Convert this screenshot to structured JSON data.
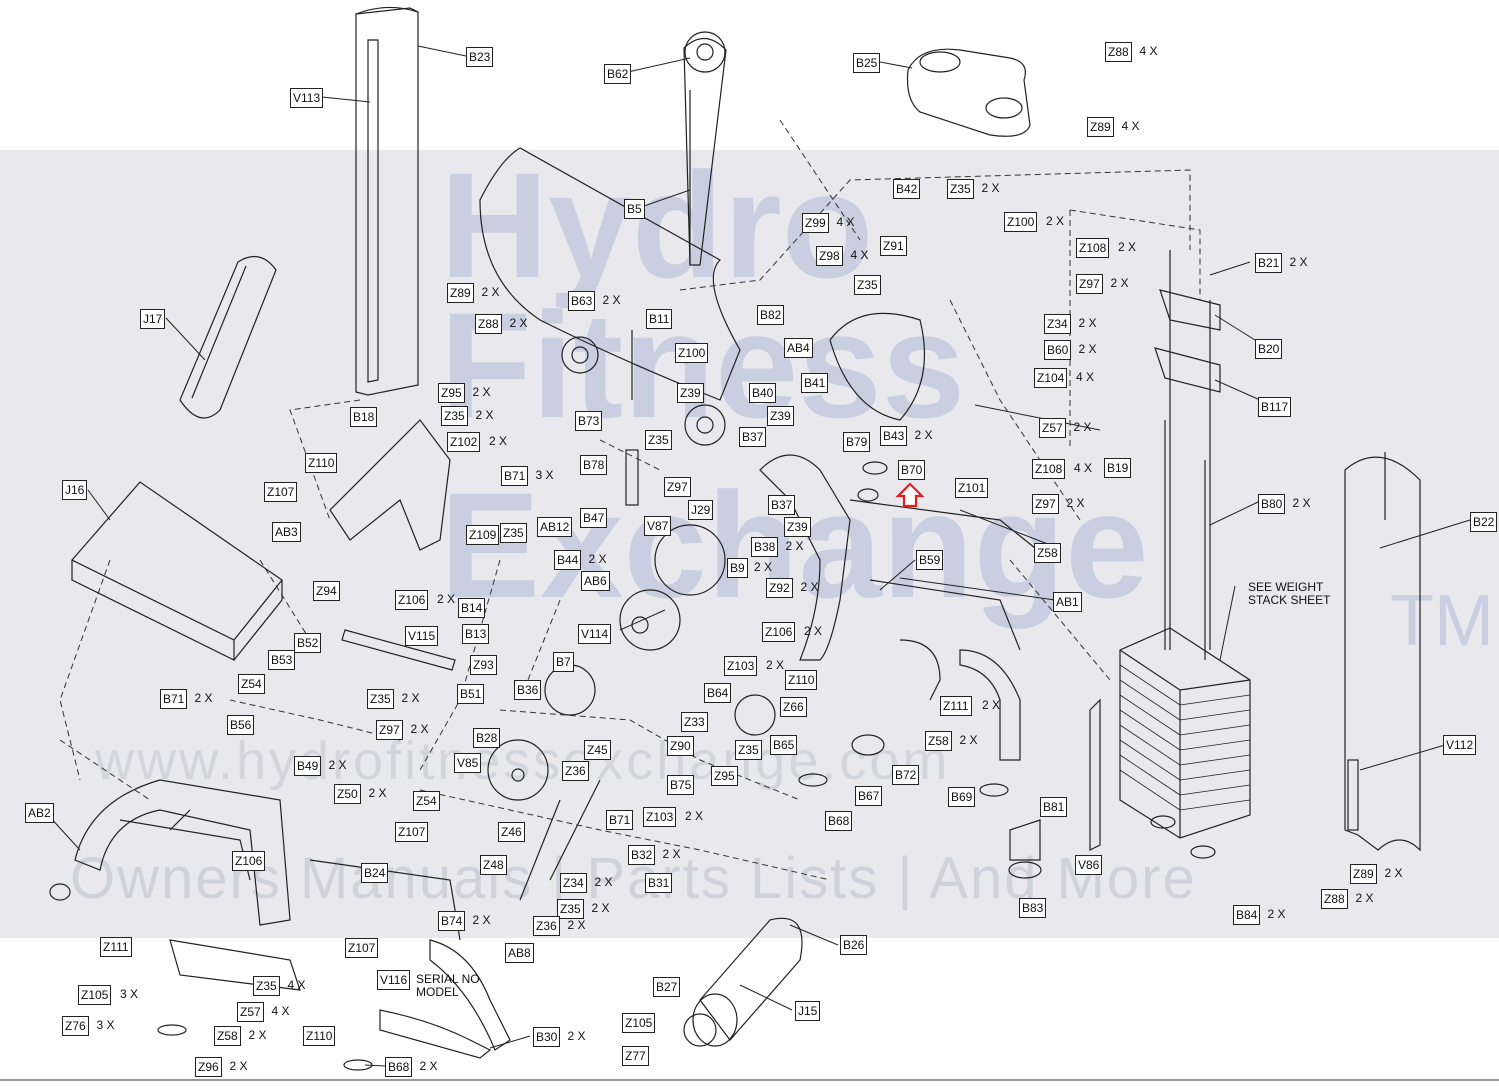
{
  "watermark": {
    "brand_line1": "Hydro",
    "brand_line2": "Fitness",
    "brand_line3": "Exchange",
    "trademark": "TM",
    "url": "www.hydrofitnessexchange.com",
    "tagline": "Owners Manuals | Parts Lists | And More",
    "color": "#c9cee0"
  },
  "notes": {
    "weight_stack": "SEE WEIGHT\nSTACK SHEET",
    "serial": "SERIAL NO\nMODEL"
  },
  "colors": {
    "line": "#222222",
    "highlight_arrow": "#e02020",
    "band": "#e9e9ed"
  },
  "callouts": [
    {
      "id": "B23",
      "label": "B23",
      "qty": ""
    },
    {
      "id": "V113",
      "label": "V113",
      "qty": ""
    },
    {
      "id": "B62",
      "label": "B62",
      "qty": ""
    },
    {
      "id": "B25",
      "label": "B25",
      "qty": ""
    },
    {
      "id": "Z88a",
      "label": "Z88",
      "qty": "4 X"
    },
    {
      "id": "Z89a",
      "label": "Z89",
      "qty": "4 X"
    },
    {
      "id": "B5",
      "label": "B5",
      "qty": ""
    },
    {
      "id": "B42",
      "label": "B42",
      "qty": ""
    },
    {
      "id": "Z35a",
      "label": "Z35",
      "qty": "2 X"
    },
    {
      "id": "Z100a",
      "label": "Z100",
      "qty": "2 X"
    },
    {
      "id": "Z99",
      "label": "Z99",
      "qty": "4 X"
    },
    {
      "id": "Z91",
      "label": "Z91",
      "qty": ""
    },
    {
      "id": "Z108a",
      "label": "Z108",
      "qty": "2 X"
    },
    {
      "id": "Z98",
      "label": "Z98",
      "qty": "4 X"
    },
    {
      "id": "B21",
      "label": "B21",
      "qty": "2 X"
    },
    {
      "id": "Z35b",
      "label": "Z35",
      "qty": ""
    },
    {
      "id": "Z97a",
      "label": "Z97",
      "qty": "2 X"
    },
    {
      "id": "Z89b",
      "label": "Z89",
      "qty": "2 X"
    },
    {
      "id": "B63",
      "label": "B63",
      "qty": "2 X"
    },
    {
      "id": "J17",
      "label": "J17",
      "qty": ""
    },
    {
      "id": "Z88b",
      "label": "Z88",
      "qty": "2 X"
    },
    {
      "id": "B11",
      "label": "B11",
      "qty": ""
    },
    {
      "id": "B82",
      "label": "B82",
      "qty": ""
    },
    {
      "id": "Z34",
      "label": "Z34",
      "qty": "2 X"
    },
    {
      "id": "B20",
      "label": "B20",
      "qty": ""
    },
    {
      "id": "AB4",
      "label": "AB4",
      "qty": ""
    },
    {
      "id": "B60",
      "label": "B60",
      "qty": "2 X"
    },
    {
      "id": "Z100b",
      "label": "Z100",
      "qty": ""
    },
    {
      "id": "B41",
      "label": "B41",
      "qty": ""
    },
    {
      "id": "Z104",
      "label": "Z104",
      "qty": "4 X"
    },
    {
      "id": "Z95a",
      "label": "Z95",
      "qty": "2 X"
    },
    {
      "id": "Z39a",
      "label": "Z39",
      "qty": ""
    },
    {
      "id": "B40",
      "label": "B40",
      "qty": ""
    },
    {
      "id": "B117",
      "label": "B117",
      "qty": ""
    },
    {
      "id": "Z35c",
      "label": "Z35",
      "qty": "2 X"
    },
    {
      "id": "B18",
      "label": "B18",
      "qty": ""
    },
    {
      "id": "B73",
      "label": "B73",
      "qty": ""
    },
    {
      "id": "Z39b",
      "label": "Z39",
      "qty": ""
    },
    {
      "id": "Z57a",
      "label": "Z57",
      "qty": "2 X"
    },
    {
      "id": "Z102",
      "label": "Z102",
      "qty": "2 X"
    },
    {
      "id": "Z35d",
      "label": "Z35",
      "qty": ""
    },
    {
      "id": "B37a",
      "label": "B37",
      "qty": ""
    },
    {
      "id": "B79",
      "label": "B79",
      "qty": ""
    },
    {
      "id": "B43",
      "label": "B43",
      "qty": "2 X"
    },
    {
      "id": "Z110a",
      "label": "Z110",
      "qty": ""
    },
    {
      "id": "B78",
      "label": "B78",
      "qty": ""
    },
    {
      "id": "B70",
      "label": "B70",
      "qty": ""
    },
    {
      "id": "Z108b",
      "label": "Z108",
      "qty": "4 X"
    },
    {
      "id": "B19",
      "label": "B19",
      "qty": ""
    },
    {
      "id": "B71a",
      "label": "B71",
      "qty": "3 X"
    },
    {
      "id": "Z97b",
      "label": "Z97",
      "qty": ""
    },
    {
      "id": "Z101",
      "label": "Z101",
      "qty": ""
    },
    {
      "id": "J16",
      "label": "J16",
      "qty": ""
    },
    {
      "id": "Z107a",
      "label": "Z107",
      "qty": ""
    },
    {
      "id": "B37b",
      "label": "B37",
      "qty": ""
    },
    {
      "id": "Z97c",
      "label": "Z97",
      "qty": "2 X"
    },
    {
      "id": "B80",
      "label": "B80",
      "qty": "2 X"
    },
    {
      "id": "AB3",
      "label": "AB3",
      "qty": ""
    },
    {
      "id": "B47",
      "label": "B47",
      "qty": ""
    },
    {
      "id": "V87",
      "label": "V87",
      "qty": ""
    },
    {
      "id": "J29",
      "label": "J29",
      "qty": ""
    },
    {
      "id": "Z39c",
      "label": "Z39",
      "qty": ""
    },
    {
      "id": "B22",
      "label": "B22",
      "qty": ""
    },
    {
      "id": "Z109",
      "label": "Z109",
      "qty": ""
    },
    {
      "id": "Z35e",
      "label": "Z35",
      "qty": ""
    },
    {
      "id": "AB12",
      "label": "AB12",
      "qty": ""
    },
    {
      "id": "B38",
      "label": "B38",
      "qty": "2 X"
    },
    {
      "id": "Z58",
      "label": "Z58",
      "qty": ""
    },
    {
      "id": "B44",
      "label": "B44",
      "qty": "2 X"
    },
    {
      "id": "B59",
      "label": "B59",
      "qty": ""
    },
    {
      "id": "B9",
      "label": "B9",
      "qty": "2 X"
    },
    {
      "id": "AB6",
      "label": "AB6",
      "qty": ""
    },
    {
      "id": "Z92",
      "label": "Z92",
      "qty": "2 X"
    },
    {
      "id": "Z94",
      "label": "Z94",
      "qty": ""
    },
    {
      "id": "Z106a",
      "label": "Z106",
      "qty": "2 X"
    },
    {
      "id": "B14",
      "label": "B14",
      "qty": ""
    },
    {
      "id": "AB1",
      "label": "AB1",
      "qty": ""
    },
    {
      "id": "V115",
      "label": "V115",
      "qty": ""
    },
    {
      "id": "V114",
      "label": "V114",
      "qty": ""
    },
    {
      "id": "Z106b",
      "label": "Z106",
      "qty": "2 X"
    },
    {
      "id": "B13",
      "label": "B13",
      "qty": ""
    },
    {
      "id": "B52",
      "label": "B52",
      "qty": ""
    },
    {
      "id": "B53",
      "label": "B53",
      "qty": ""
    },
    {
      "id": "Z93",
      "label": "Z93",
      "qty": ""
    },
    {
      "id": "B7",
      "label": "B7",
      "qty": ""
    },
    {
      "id": "Z103a",
      "label": "Z103",
      "qty": "2 X"
    },
    {
      "id": "Z54a",
      "label": "Z54",
      "qty": ""
    },
    {
      "id": "Z35f",
      "label": "Z35",
      "qty": "2 X"
    },
    {
      "id": "B51",
      "label": "B51",
      "qty": ""
    },
    {
      "id": "B64",
      "label": "B64",
      "qty": ""
    },
    {
      "id": "Z110b",
      "label": "Z110",
      "qty": ""
    },
    {
      "id": "B71b",
      "label": "B71",
      "qty": "2 X"
    },
    {
      "id": "B36",
      "label": "B36",
      "qty": ""
    },
    {
      "id": "Z111a",
      "label": "Z111",
      "qty": "2 X"
    },
    {
      "id": "B56",
      "label": "B56",
      "qty": ""
    },
    {
      "id": "Z97d",
      "label": "Z97",
      "qty": "2 X"
    },
    {
      "id": "Z33",
      "label": "Z33",
      "qty": ""
    },
    {
      "id": "Z66",
      "label": "Z66",
      "qty": ""
    },
    {
      "id": "B28",
      "label": "B28",
      "qty": ""
    },
    {
      "id": "Z45",
      "label": "Z45",
      "qty": ""
    },
    {
      "id": "Z90",
      "label": "Z90",
      "qty": ""
    },
    {
      "id": "Z35g",
      "label": "Z35",
      "qty": ""
    },
    {
      "id": "B65",
      "label": "B65",
      "qty": ""
    },
    {
      "id": "Z58b",
      "label": "Z58",
      "qty": "2 X"
    },
    {
      "id": "V112",
      "label": "V112",
      "qty": ""
    },
    {
      "id": "V85",
      "label": "V85",
      "qty": ""
    },
    {
      "id": "Z36",
      "label": "Z36",
      "qty": ""
    },
    {
      "id": "B72",
      "label": "B72",
      "qty": ""
    },
    {
      "id": "B49",
      "label": "B49",
      "qty": "2 X"
    },
    {
      "id": "Z95b",
      "label": "Z95",
      "qty": ""
    },
    {
      "id": "B75",
      "label": "B75",
      "qty": ""
    },
    {
      "id": "B67",
      "label": "B67",
      "qty": ""
    },
    {
      "id": "B69",
      "label": "B69",
      "qty": ""
    },
    {
      "id": "AB2",
      "label": "AB2",
      "qty": ""
    },
    {
      "id": "Z50",
      "label": "Z50",
      "qty": "2 X"
    },
    {
      "id": "Z54b",
      "label": "Z54",
      "qty": ""
    },
    {
      "id": "B81",
      "label": "B81",
      "qty": ""
    },
    {
      "id": "B71c",
      "label": "B71",
      "qty": ""
    },
    {
      "id": "Z103b",
      "label": "Z103",
      "qty": "2 X"
    },
    {
      "id": "B68a",
      "label": "B68",
      "qty": ""
    },
    {
      "id": "Z107b",
      "label": "Z107",
      "qty": ""
    },
    {
      "id": "Z46",
      "label": "Z46",
      "qty": ""
    },
    {
      "id": "B32",
      "label": "B32",
      "qty": "2 X"
    },
    {
      "id": "V86",
      "label": "V86",
      "qty": ""
    },
    {
      "id": "Z106c",
      "label": "Z106",
      "qty": ""
    },
    {
      "id": "Z48",
      "label": "Z48",
      "qty": ""
    },
    {
      "id": "B24",
      "label": "B24",
      "qty": ""
    },
    {
      "id": "B31",
      "label": "B31",
      "qty": ""
    },
    {
      "id": "Z34b",
      "label": "Z34",
      "qty": "2 X"
    },
    {
      "id": "Z89c",
      "label": "Z89",
      "qty": "2 X"
    },
    {
      "id": "Z35h",
      "label": "Z35",
      "qty": "2 X"
    },
    {
      "id": "Z88c",
      "label": "Z88",
      "qty": "2 X"
    },
    {
      "id": "B83",
      "label": "B83",
      "qty": ""
    },
    {
      "id": "B84",
      "label": "B84",
      "qty": "2 X"
    },
    {
      "id": "B74",
      "label": "B74",
      "qty": "2 X"
    },
    {
      "id": "Z36b",
      "label": "Z36",
      "qty": "2 X"
    },
    {
      "id": "Z111b",
      "label": "Z111",
      "qty": ""
    },
    {
      "id": "B26",
      "label": "B26",
      "qty": ""
    },
    {
      "id": "Z107c",
      "label": "Z107",
      "qty": ""
    },
    {
      "id": "AB8",
      "label": "AB8",
      "qty": ""
    },
    {
      "id": "V116",
      "label": "V116",
      "qty": ""
    },
    {
      "id": "Z35i",
      "label": "Z35",
      "qty": "4 X"
    },
    {
      "id": "B27",
      "label": "B27",
      "qty": ""
    },
    {
      "id": "Z105a",
      "label": "Z105",
      "qty": "3 X"
    },
    {
      "id": "Z57b",
      "label": "Z57",
      "qty": "4 X"
    },
    {
      "id": "J15",
      "label": "J15",
      "qty": ""
    },
    {
      "id": "Z76",
      "label": "Z76",
      "qty": "3 X"
    },
    {
      "id": "Z58c",
      "label": "Z58",
      "qty": "2 X"
    },
    {
      "id": "Z110c",
      "label": "Z110",
      "qty": ""
    },
    {
      "id": "B30",
      "label": "B30",
      "qty": "2 X"
    },
    {
      "id": "Z105b",
      "label": "Z105",
      "qty": ""
    },
    {
      "id": "Z77",
      "label": "Z77",
      "qty": ""
    },
    {
      "id": "Z96",
      "label": "Z96",
      "qty": "2 X"
    },
    {
      "id": "B68b",
      "label": "B68",
      "qty": "2 X"
    }
  ]
}
